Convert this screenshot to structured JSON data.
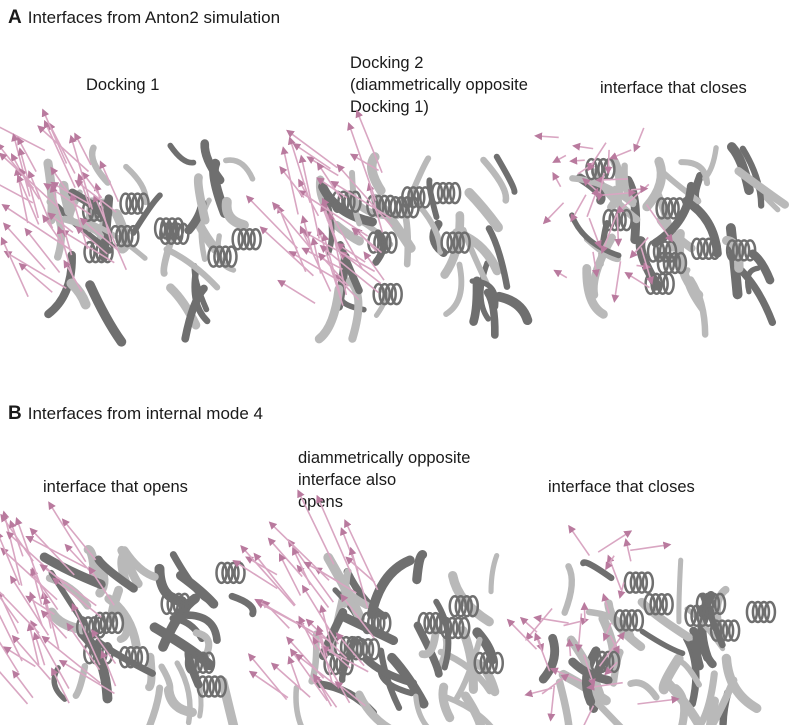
{
  "sections": [
    {
      "letter": "A",
      "title": "Interfaces from Anton2 simulation",
      "panels": [
        {
          "label_lines": [
            "Docking 1"
          ]
        },
        {
          "label_lines": [
            "Docking 2",
            "(diammetrically opposite",
            "Docking 1)"
          ]
        },
        {
          "label_lines": [
            "interface that closes"
          ]
        }
      ]
    },
    {
      "letter": "B",
      "title": "Interfaces from internal mode 4",
      "panels": [
        {
          "label_lines": [
            "interface that opens"
          ]
        },
        {
          "label_lines": [
            "diammetrically opposite",
            "interface also",
            "opens"
          ]
        },
        {
          "label_lines": [
            "interface that closes"
          ]
        }
      ]
    }
  ],
  "colors": {
    "protein": "#b9b9b9",
    "protein_dark": "#6f6f6f",
    "arrow": "#d9a6c2",
    "arrow_dark": "#b97a9e"
  }
}
